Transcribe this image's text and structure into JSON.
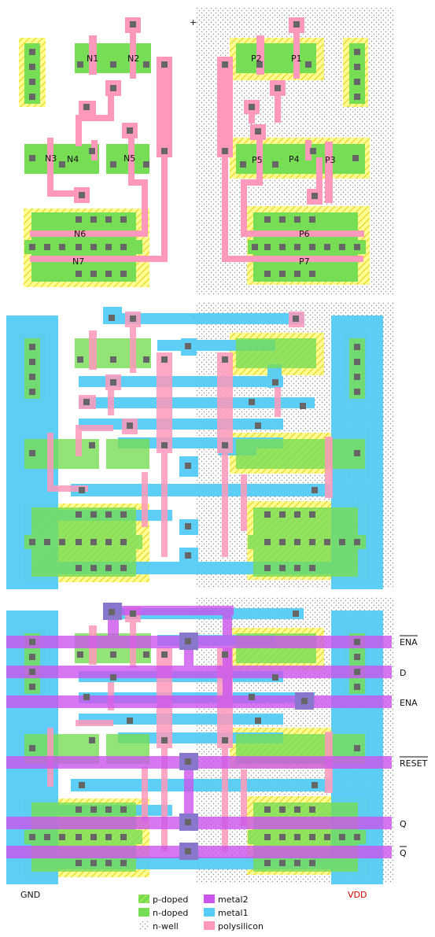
{
  "panel1": {
    "nmos": [
      "N1",
      "N2",
      "N3",
      "N4",
      "N5",
      "N6",
      "N7"
    ],
    "pmos": [
      "P1",
      "P2",
      "P3",
      "P4",
      "P5",
      "P6",
      "P7"
    ]
  },
  "rails": {
    "gnd": "GND",
    "vdd": "VDD"
  },
  "pins": {
    "ena_bar": "ENA",
    "d": "D",
    "ena": "ENA",
    "reset_bar": "RESET",
    "q": "Q",
    "q_bar": "Q"
  },
  "legend": {
    "p_doped": "p-doped",
    "n_doped": "n-doped",
    "n_well": "n-well",
    "metal2": "metal2",
    "metal1": "metal1",
    "polysilicon": "polysilicon"
  },
  "colors": {
    "diffusion": "#77dd55",
    "metal1": "#55ccf5",
    "metal2": "#cc55ee",
    "polysilicon": "#ff99bb",
    "contact": "#666666",
    "via": "#8877cc",
    "vdd_label": "#dd0000"
  }
}
